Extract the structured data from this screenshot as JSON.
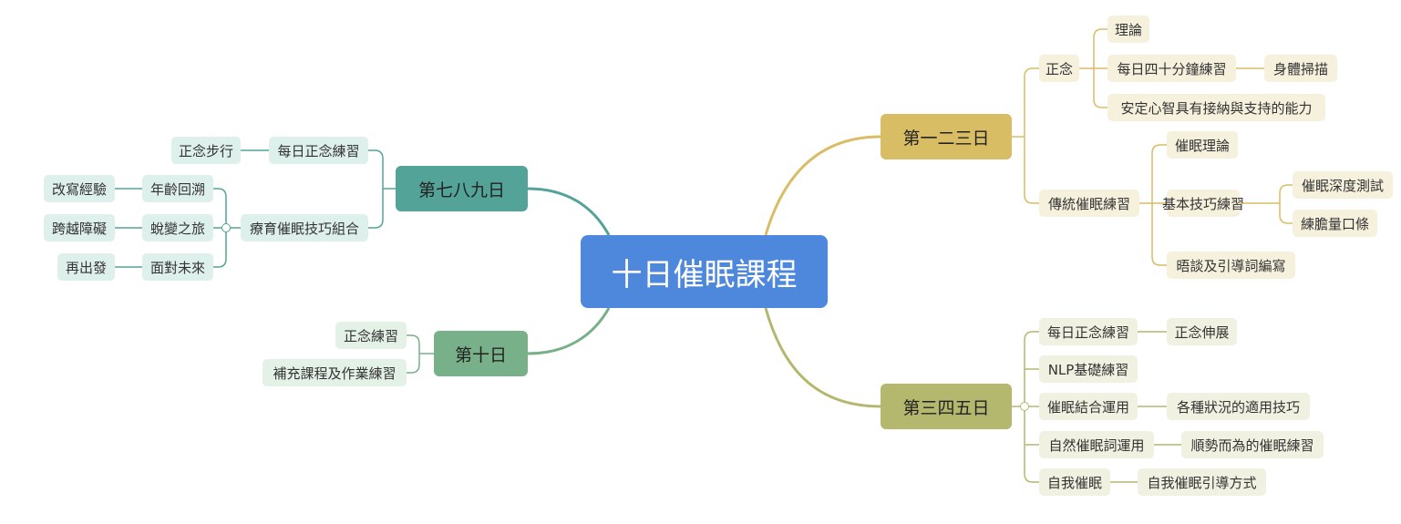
{
  "root": {
    "label": "十日催眠課程"
  },
  "branches": {
    "b1": {
      "label": "第一二三日",
      "c1": {
        "label": "正念",
        "g1": "理論",
        "g2": "每日四十分鐘練習",
        "g2a": "身體掃描",
        "g3": "安定心智具有接納與支持的能力"
      },
      "c2": {
        "label": "傳統催眠練習",
        "g1": "催眠理論",
        "g2": "基本技巧練習",
        "g2a": "催眠深度測試",
        "g2b": "練膽量口條",
        "g3": "晤談及引導詞編寫"
      }
    },
    "b2": {
      "label": "第三四五日",
      "c1": {
        "label": "每日正念練習",
        "g1": "正念伸展"
      },
      "c2": {
        "label": "NLP基礎練習"
      },
      "c3": {
        "label": "催眠結合運用",
        "g1": "各種狀況的適用技巧"
      },
      "c4": {
        "label": "自然催眠詞運用",
        "g1": "順勢而為的催眠練習"
      },
      "c5": {
        "label": "自我催眠",
        "g1": "自我催眠引導方式"
      }
    },
    "b3": {
      "label": "第七八九日",
      "c1": {
        "label": "每日正念練習",
        "g1": "正念步行"
      },
      "c2": {
        "label": "療育催眠技巧組合",
        "g1": "年齡回溯",
        "g1a": "改寫經驗",
        "g2": "蛻變之旅",
        "g2a": "跨越障礙",
        "g3": "面對未來",
        "g3a": "再出發"
      }
    },
    "b4": {
      "label": "第十日",
      "c1": {
        "label": "正念練習"
      },
      "c2": {
        "label": "補充課程及作業練習"
      }
    }
  },
  "colors": {
    "root": "#4d88dc",
    "b1": "#d8bd65",
    "b2": "#b4b86e",
    "b3": "#54a398",
    "b4": "#77b089"
  }
}
